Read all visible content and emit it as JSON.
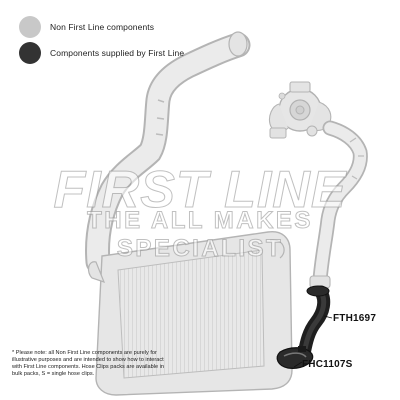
{
  "legend": {
    "items": [
      {
        "label": "Non First Line components",
        "color": "#c8c8c8"
      },
      {
        "label": "Components supplied by First Line",
        "color": "#333333"
      }
    ]
  },
  "watermark": {
    "brand": "FIRST LINE",
    "tagline": "THE ALL MAKES SPECIALIST"
  },
  "parts": {
    "hose": {
      "code": "FTH1697",
      "color": "#222222"
    },
    "clip": {
      "code": "FHC1107S",
      "color": "#222222"
    }
  },
  "footnote": "* Please note: all Non First Line components are purely for illustrative purposes and are intended to show how to interact with First Line components. Hose Clips packs are available in bulk packs, S = single hose clips.",
  "colors": {
    "ghost_fill": "#e4e4e4",
    "ghost_stroke": "#b8b8b8",
    "supplied": "#222222"
  }
}
